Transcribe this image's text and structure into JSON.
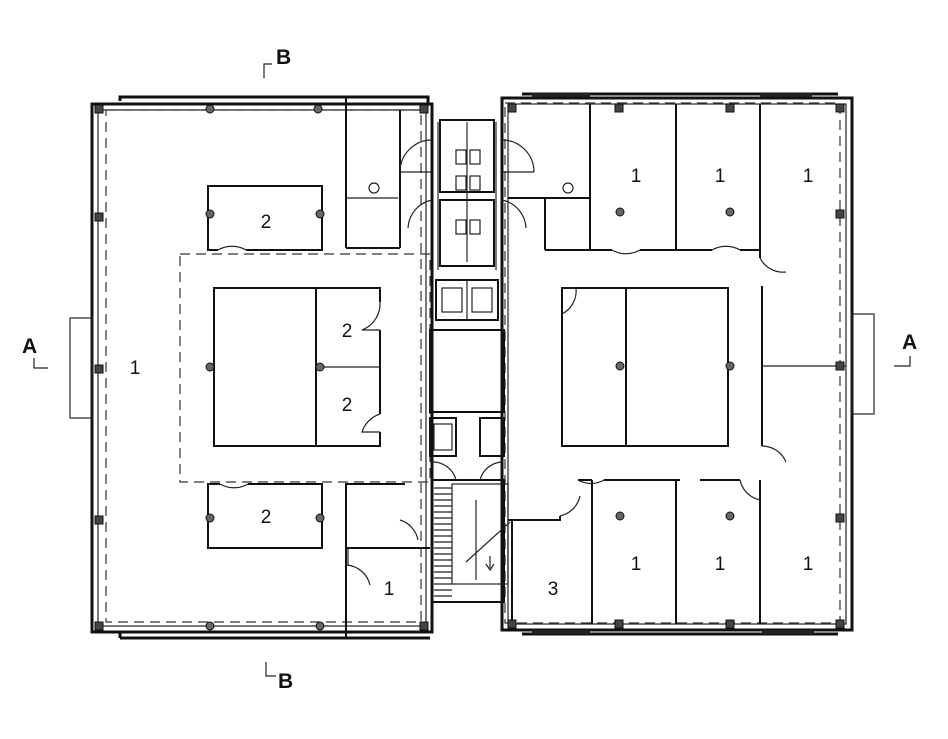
{
  "section_marks": {
    "b_top": "B",
    "b_bottom": "B",
    "a_left": "A",
    "a_right": "A"
  },
  "rooms": {
    "west_open": "1",
    "west_top_office": "2",
    "west_core_office_upper": "2",
    "west_core_office_lower": "2",
    "west_bottom_office": "2",
    "south_small_office": "1",
    "south_office_3": "3",
    "east_top_left": "1",
    "east_top_mid": "1",
    "east_top_right": "1",
    "east_bottom_left": "1",
    "east_bottom_mid": "1",
    "east_bottom_right": "1"
  }
}
